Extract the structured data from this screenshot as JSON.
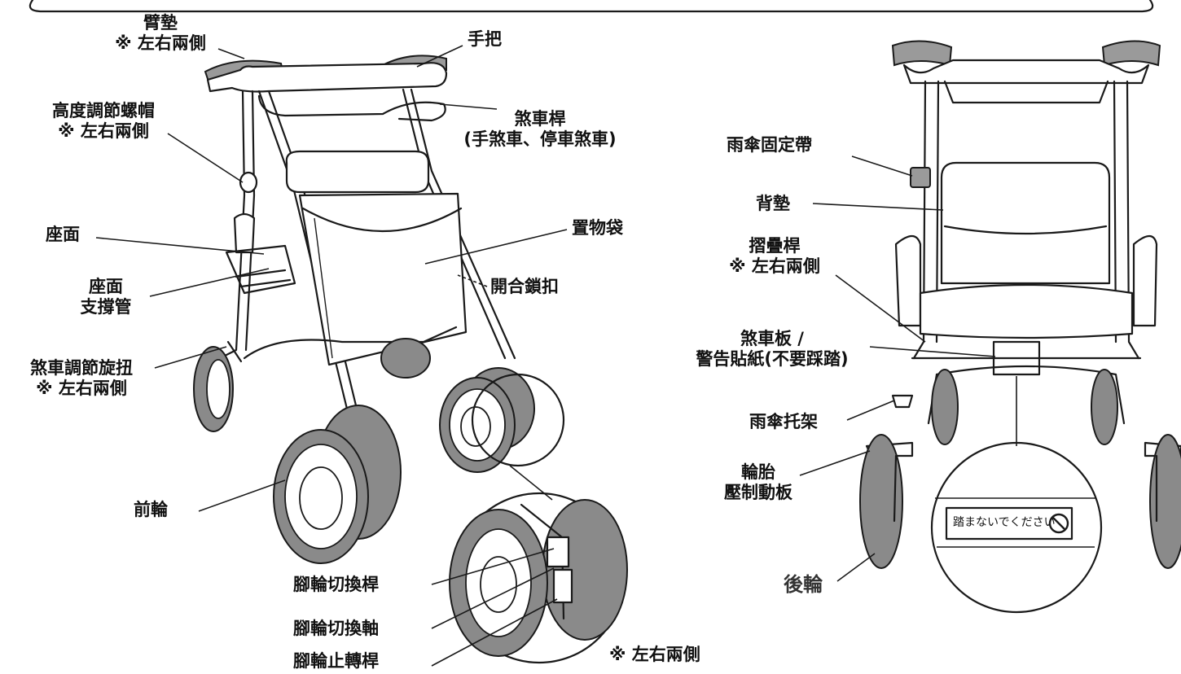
{
  "labels": {
    "armrest_l1": "臂墊",
    "armrest_l2": "※ 左右兩側",
    "handle": "手把",
    "height_cap_l1": "高度調節螺帽",
    "height_cap_l2": "※ 左右兩側",
    "brake_lever_l1": "煞車桿",
    "brake_lever_l2": "(手煞車、停車煞車)",
    "seat": "座面",
    "storage_bag": "置物袋",
    "seat_support_l1": "座面",
    "seat_support_l2": "支撐管",
    "clasp": "開合鎖扣",
    "brake_knob_l1": "煞車調節旋扭",
    "brake_knob_l2": "※ 左右兩側",
    "front_wheel": "前輪",
    "caster_lever": "腳輪切換桿",
    "caster_shaft": "腳輪切換軸",
    "caster_stop": "腳輪止轉桿",
    "both_sides_bottom": "※ 左右兩側",
    "umbrella_strap": "雨傘固定帶",
    "backrest": "背墊",
    "fold_bar_l1": "摺疊桿",
    "fold_bar_l2": "※ 左右兩側",
    "brake_plate_l1": "煞車板 /",
    "brake_plate_l2": "警告貼紙(不要踩踏)",
    "umbrella_holder": "雨傘托架",
    "tire_plate_l1": "輪胎",
    "tire_plate_l2": "壓制動板",
    "rear_wheel": "後輪",
    "sticker_text": "踏まないでください"
  },
  "icons": {
    "no_step": "no-step-icon"
  },
  "colors": {
    "ink": "#1a1a1a",
    "label": "#111111",
    "tire": "#8a8a8a",
    "pad": "#9a9a9a"
  }
}
